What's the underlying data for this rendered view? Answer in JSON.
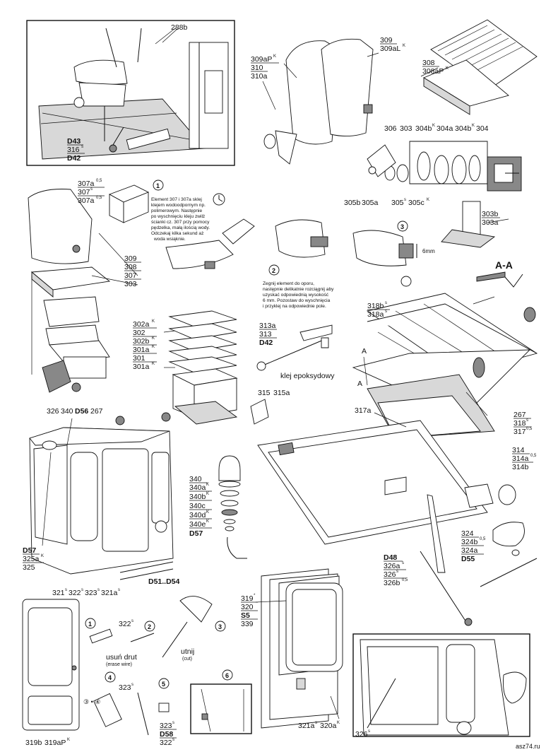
{
  "labels": {
    "l288b": "288b",
    "l309_top": "309",
    "l309aL": "309aL",
    "l309aL_sup": "K",
    "l309aP": "309aP",
    "l309aP_sup": "K",
    "l310": "310",
    "l310a": "310a",
    "l308_top": "308",
    "l308aP": "308aP",
    "l308aP_sup": "K",
    "lD43": "D43",
    "l316": "316",
    "l316_sup": "s",
    "lD42_top": "D42",
    "l306": "306",
    "l303_top": "303",
    "l304b1": "304b",
    "l304b1_sup": "K",
    "l304a": "304a",
    "l304b2": "304b",
    "l304b2_sup": "K",
    "l304": "304",
    "l305b": "305b",
    "l305a": "305a",
    "l305": "305",
    "l305_sup": "s",
    "l305c": "305c",
    "l305c_sup": "K",
    "l303b": "303b",
    "l303a": "303a",
    "l307a_1": "307a",
    "l307a_1_sup": "0,5",
    "l307": "307",
    "l307_sup": "s",
    "l307a_2": "307a",
    "l307a_2_sup": "0,5",
    "l309_mid": "309",
    "l308_mid": "308",
    "l307_mid": "307",
    "l303_mid": "303",
    "l302a": "302a",
    "l302a_sup": "K",
    "l302": "302",
    "l302b": "302b",
    "l302b_sup": "K",
    "l301a": "301a",
    "l301a_sup": "K",
    "l301": "301",
    "l301a2": "301a",
    "l301a2_sup": "K",
    "l313a": "313a",
    "l313": "313",
    "lD42_mid": "D42",
    "l_klej": "klej epoksydowy",
    "l315": "315",
    "l315a": "315a",
    "lAA": "A-A",
    "lA1": "A",
    "lA2": "A",
    "l6mm": "6mm",
    "l318b": "318b",
    "l318b_sup": "s",
    "l318a": "318a",
    "l318a_sup": "s",
    "l317a": "317a",
    "l267_r": "267",
    "l318": "318",
    "l318_sup": "s",
    "l317": "317",
    "l317_sup": "0,5",
    "l326_t": "326",
    "l340_t": "340",
    "lD56": "D56",
    "l267_t": "267",
    "lD57_l": "D57",
    "l325a": "325a",
    "l325a_sup": "K",
    "l325": "325",
    "l321": "321",
    "l321_sup": "s",
    "l322": "322",
    "l322_sup": "s",
    "l323": "323",
    "l323_sup": "s",
    "l321a": "321a",
    "l321a_sup": "s",
    "lD51": "D51..D54",
    "l340": "340",
    "l340a": "340a",
    "l340a_sup": "K",
    "l340b": "340b",
    "l340b_sup": "K",
    "l340c": "340c",
    "l340d": "340d",
    "l340d_sup": "K",
    "l340e": "340e",
    "l340e_sup": "K",
    "lD57_m": "D57",
    "l314": "314",
    "l314a": "314a",
    "l314a_sup": "0,5",
    "l314b": "314b",
    "l324": "324",
    "l324b": "324b",
    "l324b_sup": "0,5",
    "l324a": "324a",
    "lD55": "D55",
    "lD48": "D48",
    "l326a": "326a",
    "l326a_sup": "s",
    "l326s": "326",
    "l326s_sup": "s",
    "l326b": "326b",
    "l326b_sup": "0,5",
    "l319": "319",
    "l319_sup": "*",
    "l320": "320",
    "lS5": "S5",
    "l339": "339",
    "l321a_b": "321a",
    "l321a_b_sup": "s",
    "l320a": "320a",
    "l320a_sup": "K",
    "l326_b": "326",
    "l326_b_sup": "s",
    "l322_s1": "322",
    "l322_s1_sup": "s",
    "l_usun": "usuń drut",
    "l_erase": "(erase wire)",
    "l_utnij": "utnij",
    "l_cut": "(cut)",
    "l34": "③ • ④",
    "l323_s4": "323",
    "l323_s4_sup": "s",
    "l323_s5": "323",
    "l323_s5_sup": "s",
    "lD58": "D58",
    "l322_s5": "322",
    "l322_s5_sup": "s",
    "l319b": "319b",
    "l319aP": "319aP",
    "l319aP_sup": "K",
    "watermark": "asz74.ru"
  },
  "steps": [
    "1",
    "2",
    "3",
    "1",
    "2",
    "3",
    "4",
    "5",
    "6"
  ],
  "notes": {
    "n1": [
      "Element 307 i 307a sklej",
      "klejem wodoodpornym np.",
      "polimerowym. Następnie",
      "po wyschnięciu kleju zwilż",
      "ścianki cz. 307 przy pomocy",
      "pędzelka, małą ilością wody.",
      "Odczekaj kilka sekund aż",
      "woda wsiąknie."
    ],
    "n2": [
      "Zegnij element do oporu,",
      "następnie delikatnie rozciągnij aby",
      "uzyskać odpowiednią wysokość",
      "6 mm. Pozostaw do wyschnięcia",
      "i przyklej na odpowiednie pole."
    ]
  }
}
